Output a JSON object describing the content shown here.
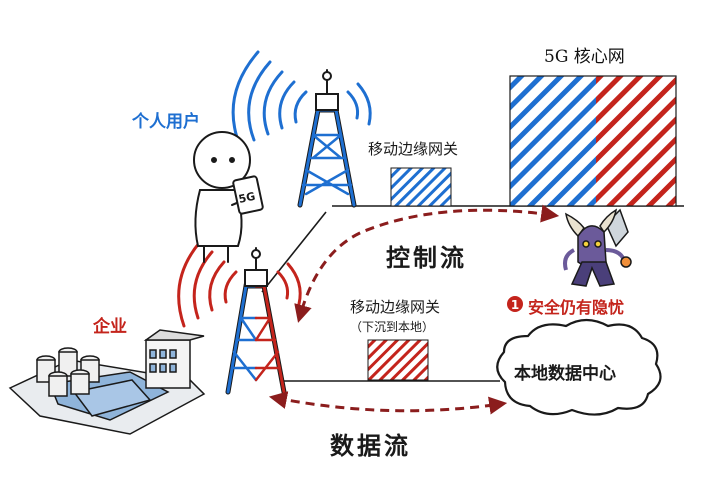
{
  "labels": {
    "core_network": "5G 核心网",
    "personal_user": "个人用户",
    "mobile_edge_gateway_top": "移动边缘网关",
    "control_flow": "控制流",
    "enterprise": "企业",
    "mobile_edge_gateway_bottom": "移动边缘网关",
    "sink_local": "（下沉到本地）",
    "security_badge_number": "1",
    "security_concern": "安全仍有隐忧",
    "local_data_center": "本地数据中心",
    "data_flow": "数据流",
    "phone_text": "5G"
  },
  "colors": {
    "blue": "#1e6fd1",
    "red": "#c4241c",
    "dark_red_arrow": "#8b1d1d",
    "ink": "#1a1a1a"
  }
}
